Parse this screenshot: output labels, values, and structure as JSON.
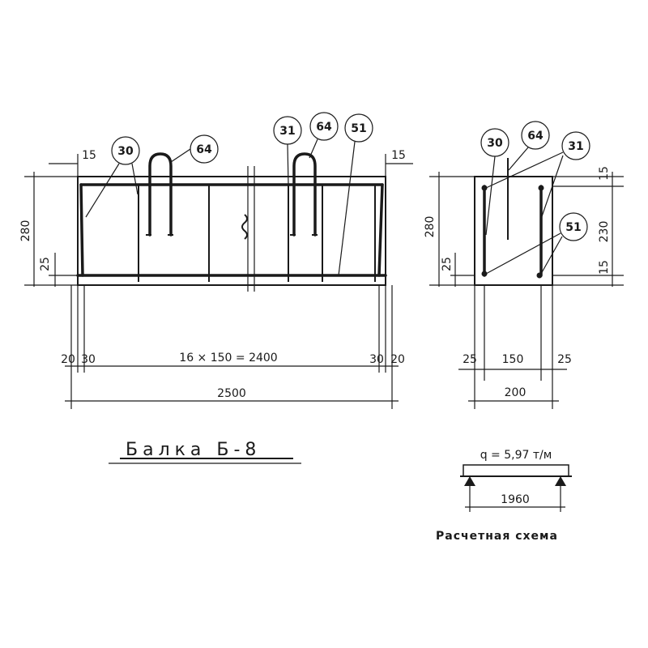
{
  "title": "Балка Б-8",
  "callouts": {
    "elevation": [
      "30",
      "64",
      "31",
      "64",
      "51"
    ],
    "section": [
      "30",
      "64",
      "31",
      "51"
    ]
  },
  "dims": {
    "end_gap_left": "15",
    "end_gap_right": "15",
    "height": "280",
    "cover_bottom": "25",
    "left_edge": "20",
    "left_first": "30",
    "stirrup_spacing": "16 × 150 = 2400",
    "right_last": "30",
    "right_edge": "20",
    "total_length": "2500",
    "sec_height": "280",
    "sec_cover_bottom": "25",
    "sec_top_cover": "15",
    "sec_mid": "230",
    "sec_bottom_cover": "15",
    "sec_left_cover": "25",
    "sec_mid_width": "150",
    "sec_right_cover": "25",
    "sec_width": "200"
  },
  "scheme": {
    "load": "q = 5,97 т/м",
    "span": "1960",
    "caption": "Расчетная схема"
  }
}
